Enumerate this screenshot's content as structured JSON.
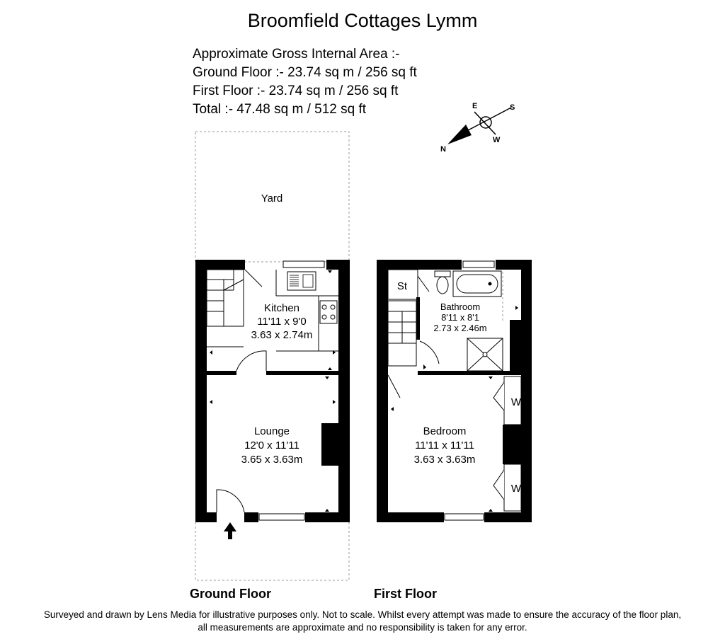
{
  "title": "Broomfield Cottages Lymm",
  "area_summary": {
    "heading": "Approximate Gross Internal Area :-",
    "ground": "Ground Floor :- 23.74 sq m / 256 sq ft",
    "first": "First Floor :- 23.74 sq m / 256 sq ft",
    "total": "Total :- 47.48 sq m / 512 sq ft"
  },
  "compass": {
    "n": "N",
    "e": "E",
    "s": "S",
    "w": "W"
  },
  "ground_floor": {
    "label": "Ground Floor",
    "yard": "Yard",
    "kitchen": {
      "name": "Kitchen",
      "imperial": "11'11 x 9'0",
      "metric": "3.63 x 2.74m"
    },
    "lounge": {
      "name": "Lounge",
      "imperial": "12'0 x 11'11",
      "metric": "3.65 x 3.63m"
    }
  },
  "first_floor": {
    "label": "First Floor",
    "store": "St",
    "bathroom": {
      "name": "Bathroom",
      "imperial": "8'11 x 8'1",
      "metric": "2.73 x 2.46m"
    },
    "bedroom": {
      "name": "Bedroom",
      "imperial": "11'11 x 11'11",
      "metric": "3.63 x 3.63m"
    },
    "wardrobe1": "W",
    "wardrobe2": "W"
  },
  "disclaimer": {
    "line1": "Surveyed and drawn by Lens Media for illustrative purposes only. Not to scale. Whilst every attempt was made to ensure the accuracy of the floor plan,",
    "line2": "all measurements are approximate and no responsibility is taken for any error."
  }
}
